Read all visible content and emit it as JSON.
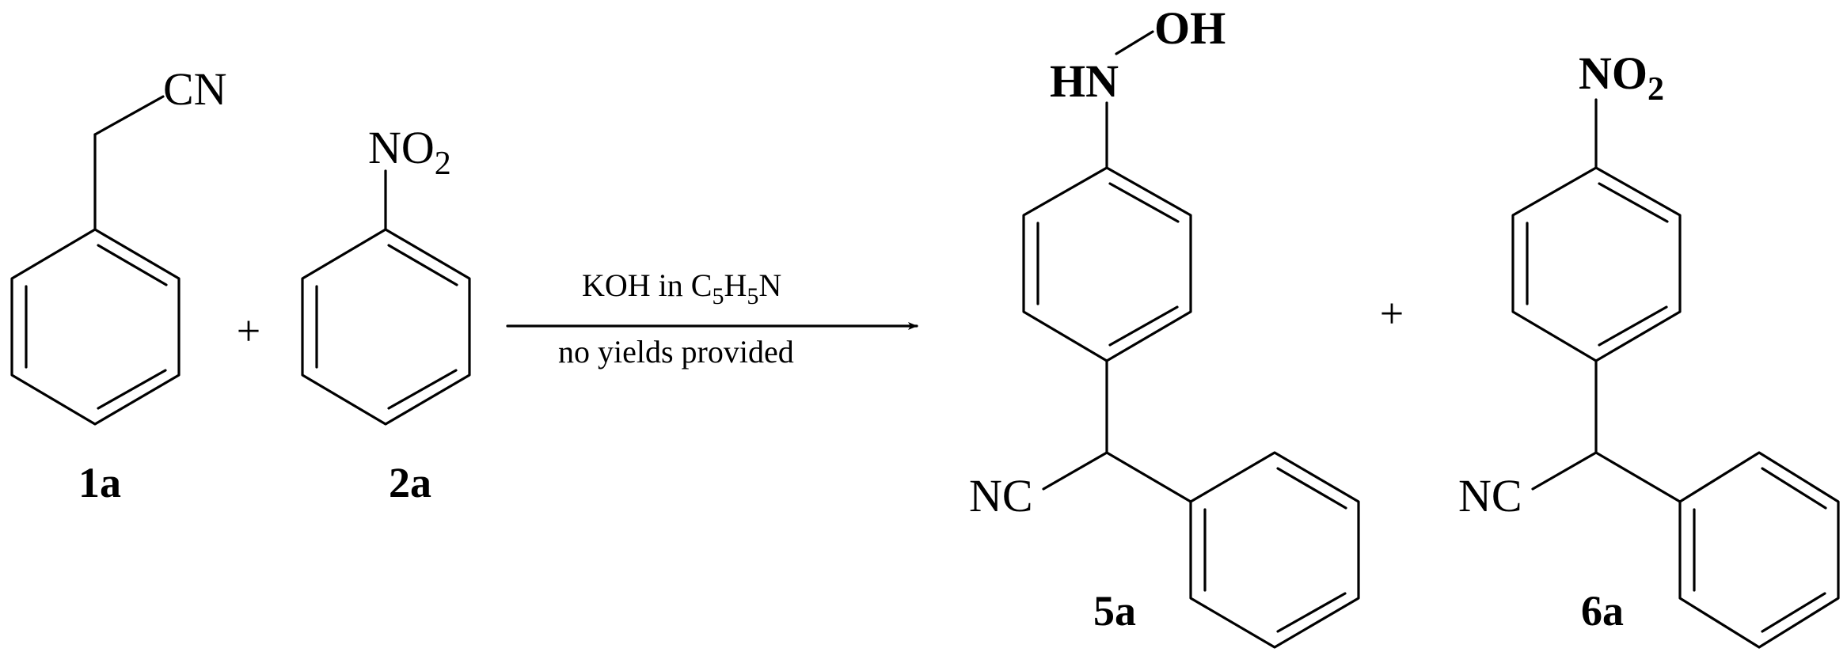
{
  "reactants": {
    "r1": {
      "cn": "CN",
      "label": "1a"
    },
    "r2": {
      "no2_base": "NO",
      "no2_sub": "2",
      "label": "2a"
    }
  },
  "plus": "+",
  "conditions": {
    "above": {
      "t1": "KOH in C",
      "s1": "5",
      "t2": "H",
      "s2": "5",
      "t3": "N"
    },
    "below": "no yields provided"
  },
  "products": {
    "p1": {
      "hn": "HN",
      "oh": "OH",
      "nc": "NC",
      "label": "5a"
    },
    "p2": {
      "no2_base": "NO",
      "no2_sub": "2",
      "nc": "NC",
      "label": "6a"
    }
  }
}
